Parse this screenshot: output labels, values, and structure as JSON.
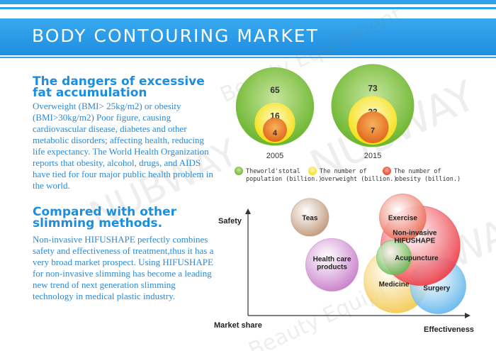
{
  "banner": {
    "title": "BODY CONTOURING MARKET"
  },
  "watermark": {
    "brand": "NUBWAY",
    "sub1": "Beauty Equipment",
    "sub2": "Beauty Equipment"
  },
  "section1": {
    "heading": "The dangers of excessive fat accumulation",
    "body": "Overweight (BMI> 25kg/m2) or obesity (BMI>30kg/m2) Poor figure, causing cardiovascular disease, diabetes and other metabolic disorders; affecting health, reducing life expectancy. The World Health Organization reports that obesity, alcohol, drugs, and AIDS have tied for four major public health problem in the world."
  },
  "section2": {
    "heading": "Compared with other slimming methods.",
    "body": "Non-invasive HIFUSHAPE perfectly combines safety and effectiveness of treatment,thus it has a very broad market prospect. Using HIFUSHAPE for non-invasive slimming has become a leading new trend of next generation slimming technology in medical plastic industry."
  },
  "chart_data": [
    {
      "type": "bubble",
      "categories": [
        "2005",
        "2015"
      ],
      "series": [
        {
          "name": "Theworld'stotal population (billion.)",
          "values": [
            65,
            73
          ],
          "color": "#7cc143"
        },
        {
          "name": "The number of overweight (billion.)",
          "values": [
            16,
            23
          ],
          "color": "#f5e51b"
        },
        {
          "name": "The number of obesity (billion.)",
          "values": [
            4,
            7
          ],
          "color": "#ea6a2a"
        }
      ],
      "legend": {
        "total_line1": "Theworld'stotal",
        "total_line2": "population (billion.)",
        "overweight_line1": "The number of",
        "overweight_line2": "overweight (billion.)",
        "obesity_line1": "The number of",
        "obesity_line2": "obesity (billion.)"
      }
    },
    {
      "type": "bubble",
      "xlabel": "Effectiveness",
      "ylabel": "Safety",
      "origin_label": "Market share",
      "points": [
        {
          "name": "Teas",
          "x": 0.28,
          "y": 0.93,
          "size": 0.3,
          "color": "#b98c6c"
        },
        {
          "name": "Exercise",
          "x": 0.7,
          "y": 0.93,
          "size": 0.45,
          "color": "#e8614a"
        },
        {
          "name": "Non-invasive HIFUSHAPE",
          "x": 0.78,
          "y": 0.66,
          "size": 1.0,
          "color": "#ec2f3b"
        },
        {
          "name": "Acupuncture",
          "x": 0.66,
          "y": 0.55,
          "size": 0.25,
          "color": "#5cb848"
        },
        {
          "name": "Health care products",
          "x": 0.38,
          "y": 0.48,
          "size": 0.55,
          "color": "#c26fc4"
        },
        {
          "name": "Medicine",
          "x": 0.67,
          "y": 0.33,
          "size": 0.75,
          "color": "#f2c541"
        },
        {
          "name": "Surgery",
          "x": 0.86,
          "y": 0.28,
          "size": 0.6,
          "color": "#57b2ea"
        }
      ],
      "label_lines": {
        "Non-invasive HIFUSHAPE": [
          "Non-invasive",
          "HIFUSHAPE"
        ],
        "Health care products": [
          "Health care",
          "products"
        ]
      }
    }
  ]
}
